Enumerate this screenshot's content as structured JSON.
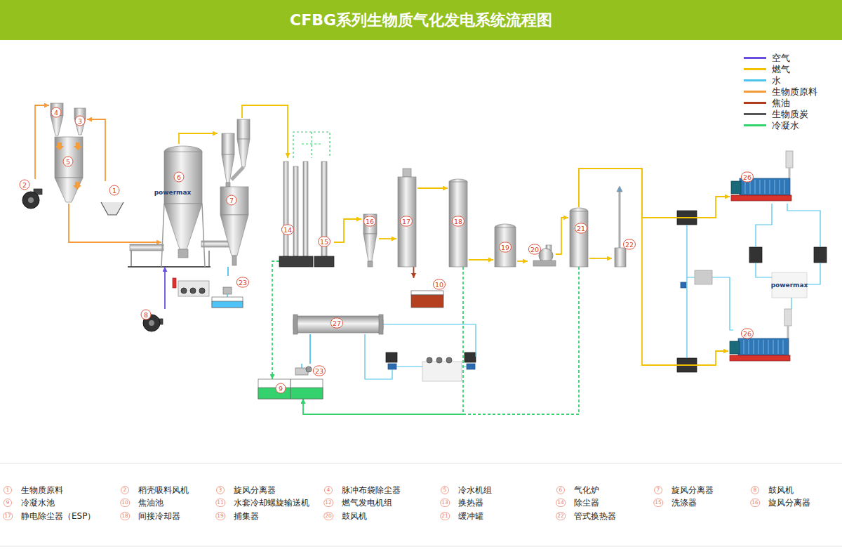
{
  "diagram": {
    "title": "CFBG系列生物质气化发电系统流程图",
    "nodes": [
      {
        "text": [
          "1"
        ]
      },
      {
        "text": [
          "2"
        ]
      },
      {
        "text": [
          "4"
        ]
      },
      {
        "text": [
          "3"
        ]
      },
      {
        "text": [
          "5"
        ]
      },
      {
        "text": [
          "6"
        ]
      },
      {
        "text": [
          "7"
        ]
      },
      {
        "text": [
          "8"
        ]
      },
      {
        "text": [
          "23"
        ]
      },
      {
        "text": [
          "14"
        ]
      },
      {
        "text": [
          "15"
        ]
      },
      {
        "text": [
          "16"
        ]
      },
      {
        "text": [
          "17"
        ]
      },
      {
        "text": [
          "10"
        ]
      },
      {
        "text": [
          "18"
        ]
      },
      {
        "text": [
          "19"
        ]
      },
      {
        "text": [
          "20"
        ]
      },
      {
        "text": [
          "21"
        ]
      },
      {
        "text": [
          "22"
        ]
      },
      {
        "text": [
          "26"
        ]
      },
      {
        "text": [
          "26"
        ]
      },
      {
        "text": [
          "27"
        ]
      },
      {
        "text": [
          "9"
        ]
      },
      {
        "text": [
          "23"
        ]
      }
    ],
    "edges": [
      {
        "from": 1,
        "to": 2,
        "arrow": "to"
      },
      {
        "from": 0,
        "to": 3,
        "arrow": "to"
      },
      {
        "from": 4,
        "to": 5,
        "arrow": "to"
      },
      {
        "from": 5,
        "to": 6,
        "arrow": "to"
      },
      {
        "from": 6,
        "to": 9,
        "arrow": "to"
      },
      {
        "from": 7,
        "to": 5,
        "arrow": "to"
      },
      {
        "from": 8,
        "to": 6,
        "arrow": "none"
      },
      {
        "from": 10,
        "to": 11,
        "arrow": "to"
      },
      {
        "from": 11,
        "to": 12,
        "arrow": "to"
      },
      {
        "from": 12,
        "to": 13,
        "arrow": "to"
      },
      {
        "from": 12,
        "to": 14,
        "arrow": "to"
      },
      {
        "from": 14,
        "to": 15,
        "arrow": "to"
      },
      {
        "from": 15,
        "to": 16,
        "arrow": "to"
      },
      {
        "from": 16,
        "to": 17,
        "arrow": "to"
      },
      {
        "from": 17,
        "to": 18,
        "arrow": "to"
      },
      {
        "from": 17,
        "to": 19,
        "arrow": "to"
      },
      {
        "from": 17,
        "to": 20,
        "arrow": "to"
      },
      {
        "from": 23,
        "to": 21,
        "arrow": "none"
      },
      {
        "from": 9,
        "to": 22,
        "arrow": "to"
      },
      {
        "from": 14,
        "to": 22,
        "arrow": "to"
      },
      {
        "from": 17,
        "to": 22,
        "arrow": "to"
      }
    ],
    "labels": [
      "powermax",
      "powermax",
      "1",
      "生物质原料",
      "2",
      "稻壳吸料风机",
      "3",
      "旋风分离器",
      "4",
      "脉冲布袋除尘器",
      "5",
      "冷水机组",
      "6",
      "气化炉",
      "7",
      "旋风分离器",
      "8",
      "鼓风机",
      "9",
      "冷凝水池",
      "10",
      "焦油池",
      "11",
      "水套冷却螺旋输送机",
      "12",
      "燃气发电机组",
      "13",
      "换热器",
      "14",
      "除尘器",
      "15",
      "洗涤器",
      "16",
      "旋风分离器",
      "17",
      "静电除尘器（ESP）",
      "18",
      "间接冷却器",
      "19",
      "捕集器",
      "20",
      "鼓风机",
      "21",
      "缓冲罐",
      "22",
      "管式换热器"
    ],
    "legend": [
      {
        "text": "空气",
        "color": "#6a4fe0"
      },
      {
        "text": "燃气",
        "color": "#f2c200"
      },
      {
        "text": "水",
        "color": "#4cc3ea"
      },
      {
        "text": "生物质原料",
        "color": "#f59a38"
      },
      {
        "text": "焦油",
        "color": "#b13c1c"
      },
      {
        "text": "生物质炭",
        "color": "#555555"
      },
      {
        "text": "冷凝水",
        "color": "#34d26c"
      }
    ]
  }
}
